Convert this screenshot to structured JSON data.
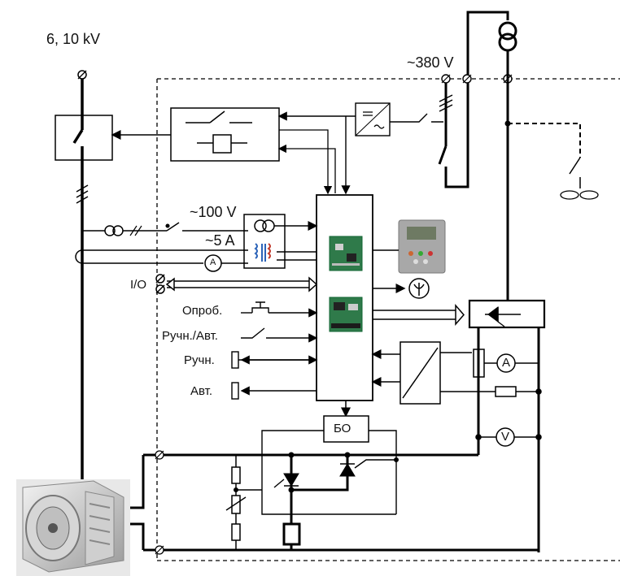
{
  "labels": {
    "voltage_hv": "6, 10 kV",
    "voltage_aux": "~380 V",
    "voltage_100": "~100 V",
    "current_5a": "~5 A",
    "io": "I/O",
    "test": "Опроб.",
    "manual_auto": "Ручн./Авт.",
    "manual": "Ручн.",
    "auto": "Авт.",
    "bo": "БО",
    "ammeter_small": "A",
    "ammeter": "A",
    "voltmeter": "V"
  },
  "colors": {
    "line": "#000000",
    "ct_coil": "#2b63b8",
    "ct_marks": "#c0392b"
  },
  "icons": {
    "motor": "motor-photo",
    "controller_board": "pcb-board",
    "operator_panel": "keypad-panel"
  }
}
